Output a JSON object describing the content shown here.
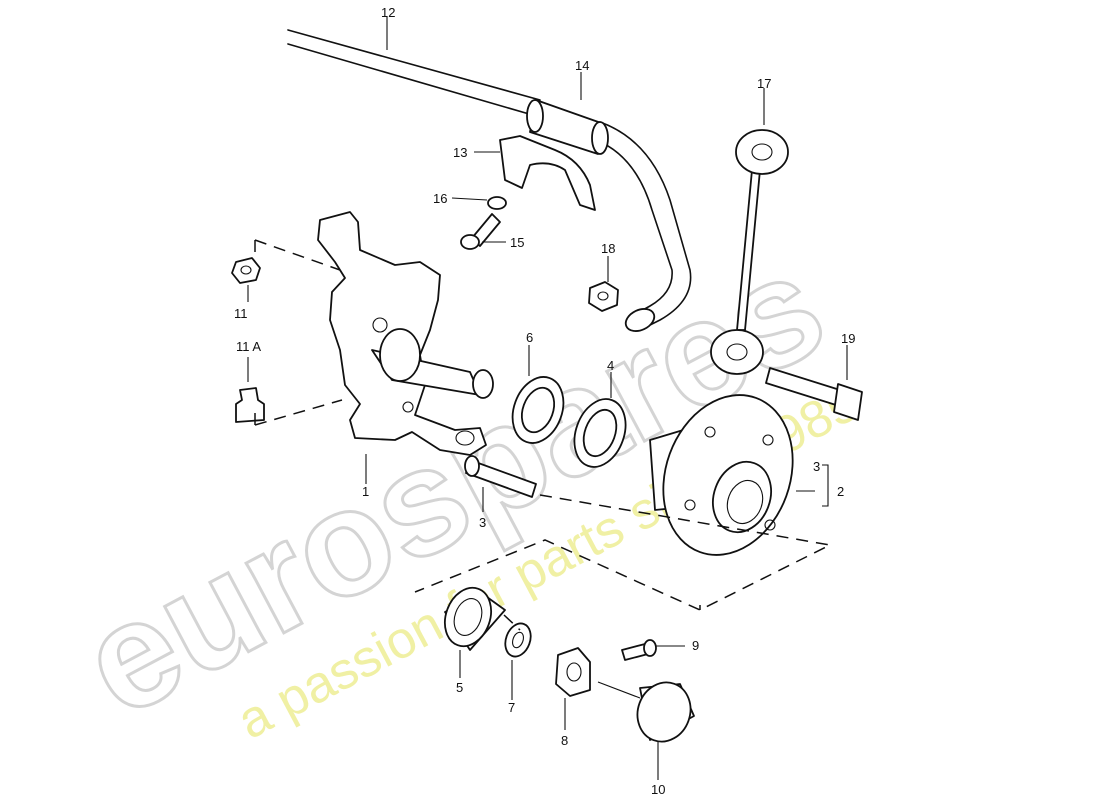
{
  "watermark": {
    "logo_text": "eurospares",
    "tagline": "a passion for parts since 1985"
  },
  "callouts": {
    "n1": "1",
    "n2": "2",
    "n3a": "3",
    "n3b": "3",
    "n4": "4",
    "n5": "5",
    "n6": "6",
    "n7": "7",
    "n8": "8",
    "n9": "9",
    "n10": "10",
    "n11": "11",
    "n11a": "11 A",
    "n12": "12",
    "n13": "13",
    "n14": "14",
    "n15": "15",
    "n16": "16",
    "n17": "17",
    "n18": "18",
    "n19": "19"
  }
}
